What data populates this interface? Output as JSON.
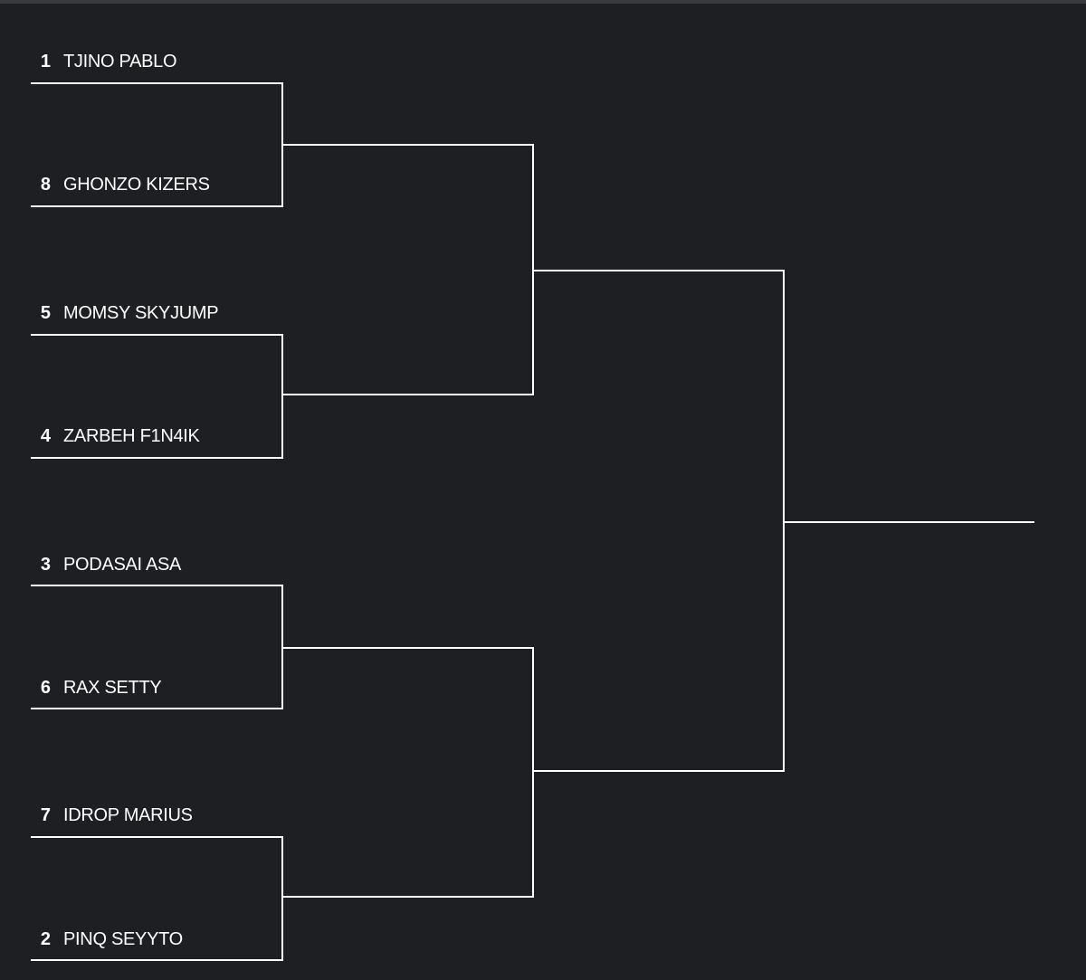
{
  "colors": {
    "background": "#1e1f23",
    "top_strip": "#3a3b40",
    "line": "#ffffff",
    "text": "#ffffff"
  },
  "bracket": {
    "entries": [
      {
        "seed": "1",
        "name": "TJINO PABLO"
      },
      {
        "seed": "8",
        "name": "GHONZO KIZERS"
      },
      {
        "seed": "5",
        "name": "MOMSY SKYJUMP"
      },
      {
        "seed": "4",
        "name": "ZARBEH F1N4IK"
      },
      {
        "seed": "3",
        "name": "PODASAI ASA"
      },
      {
        "seed": "6",
        "name": "RAX SETTY"
      },
      {
        "seed": "7",
        "name": "IDROP MARIUS"
      },
      {
        "seed": "2",
        "name": "PINQ SEYYTO"
      }
    ]
  }
}
